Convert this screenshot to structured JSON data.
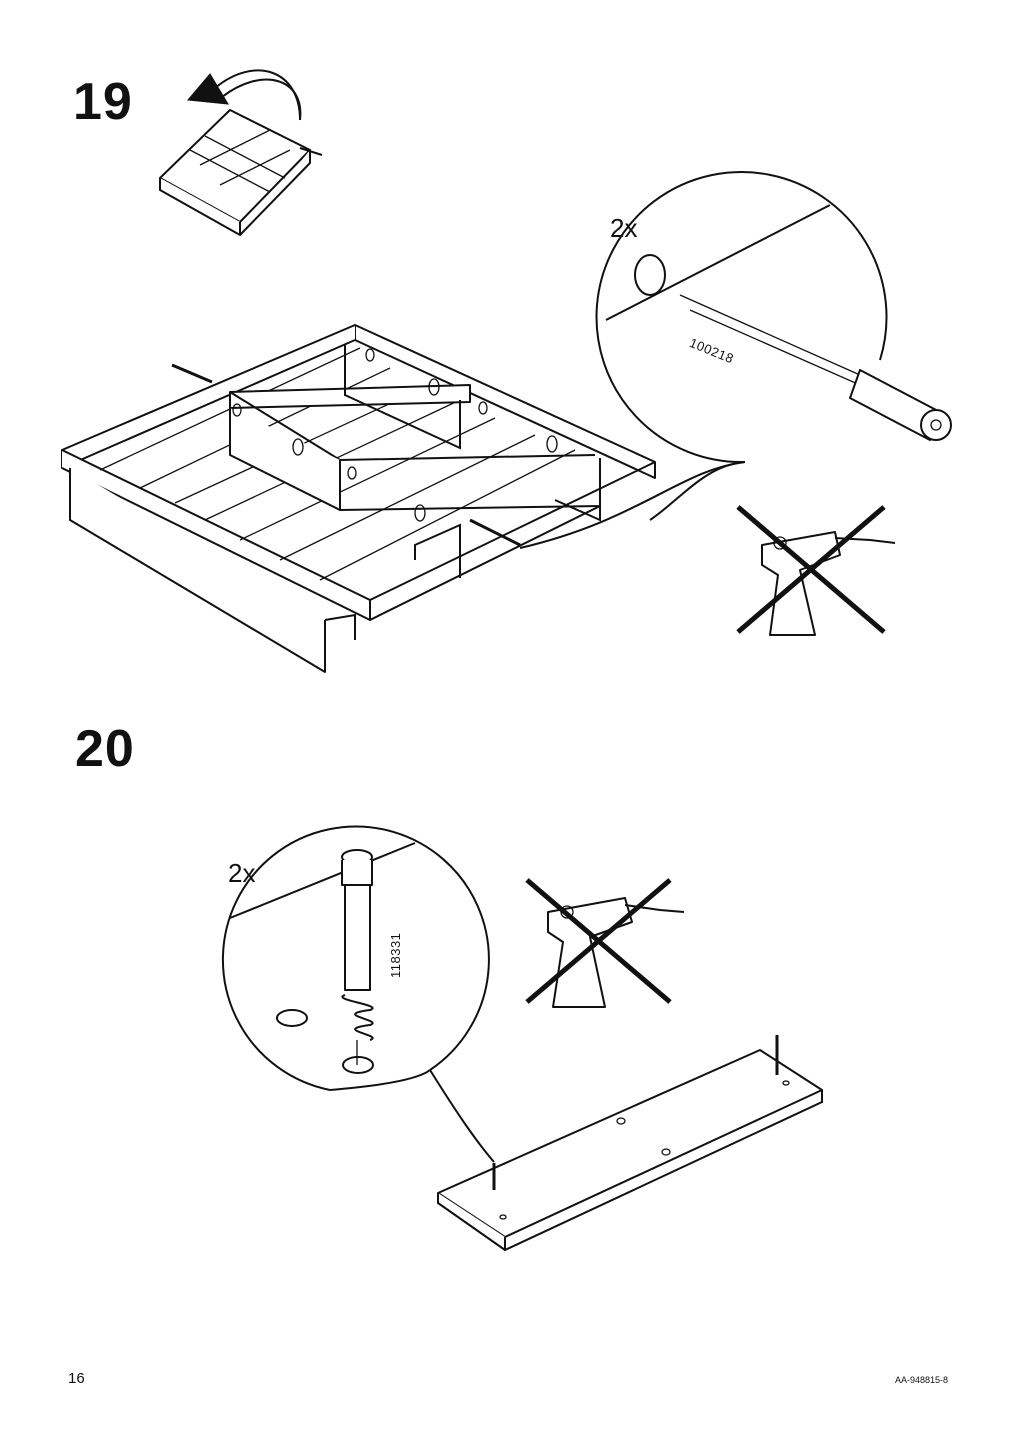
{
  "step_19": {
    "number": "19",
    "quantity": "2x",
    "part_number": "100218",
    "no_power_drill_icon": "crossed-out-power-drill"
  },
  "step_20": {
    "number": "20",
    "quantity": "2x",
    "part_number": "118331",
    "no_power_drill_icon": "crossed-out-power-drill"
  },
  "footer": {
    "page_number": "16",
    "document_code": "AA-948815-8"
  }
}
